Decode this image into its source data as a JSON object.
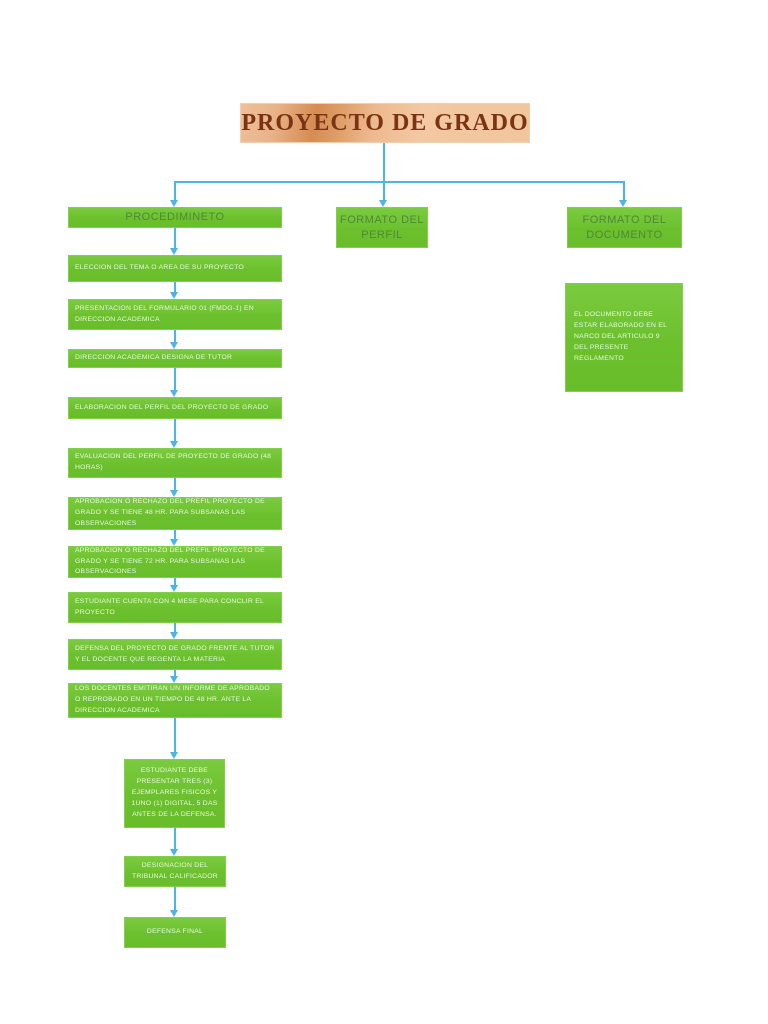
{
  "title": {
    "text": "PROYECTO DE GRADO"
  },
  "branches": {
    "procedimiento": {
      "label": "PROCEDIMINETO"
    },
    "formato_perfil": {
      "label": "FORMATO DEL PERFIL"
    },
    "formato_documento": {
      "label": "FORMATO DEL DOCUMENTO"
    }
  },
  "documento": {
    "note": "EL DOCUMENTO DEBE ESTAR ELABORADO EN EL NARCO DEL ARTICULO 9 DEL PRESENTE REGLAMENTO"
  },
  "steps": [
    {
      "text": "ELECCION DEL TEMA O AREA DE SU PROYECTO"
    },
    {
      "text": "PRESENTACION DEL FORMULARIO 01 (FMDG-1) EN DIRECCION ACADEMICA"
    },
    {
      "text": "DIRECCION ACADEMICA DESIGNA DE TUTOR"
    },
    {
      "text": "ELABORACION DEL PERFIL DEL PROYECTO DE GRADO"
    },
    {
      "text": "EVALUACION DEL PERFIL DE PROYECTO DE GRADO (48 HORAS)"
    },
    {
      "text": "APROBACION O RECHAZO DEL PREFIL PROYECTO DE GRADO Y SE TIENE 48 HR. PARA SUBSANAS LAS OBSERVACIONES"
    },
    {
      "text": "APROBACION O RECHAZO DEL PREFIL PROYECTO DE GRADO Y SE TIENE 72 HR. PARA SUBSANAS LAS OBSERVACIONES"
    },
    {
      "text": "ESTUDIANTE CUENTA CON 4 MESE PARA CONCLIR EL PROYECTO"
    },
    {
      "text": "DEFENSA DEL PROYECTO DE GRADO FRENTE AL TUTOR Y EL DOCENTE QUE REGENTA LA MATERIA"
    },
    {
      "text": "LOS DOCENTES EMITIRAN UN INFORME DE APROBADO O REPROBADO EN UN TIEMPO DE 48 HR. ANTE LA DIRECCION ACADEMICA"
    },
    {
      "text": "ESTUDIANTE DEBE PRESENTAR TRES (3) EJEMPLARES FISICOS Y 1UNO (1) DIGITAL, 5 DAS ANTES DE LA DEFENSA."
    },
    {
      "text": "DESIGNACION DEL TRIBUNAL CALIFICADOR"
    },
    {
      "text": "DEFENSA FINAL"
    }
  ],
  "colors": {
    "box_green": "#6cc02d",
    "box_green_highlight": "#7acb3f",
    "header_text_green": "#4e8838",
    "step_text": "#e9f8de",
    "arrow_blue": "#4cb5e7",
    "title_bg_peach": "#eeb98e",
    "title_band_orange": "#d68c52",
    "title_text_brown": "#7a3413"
  }
}
